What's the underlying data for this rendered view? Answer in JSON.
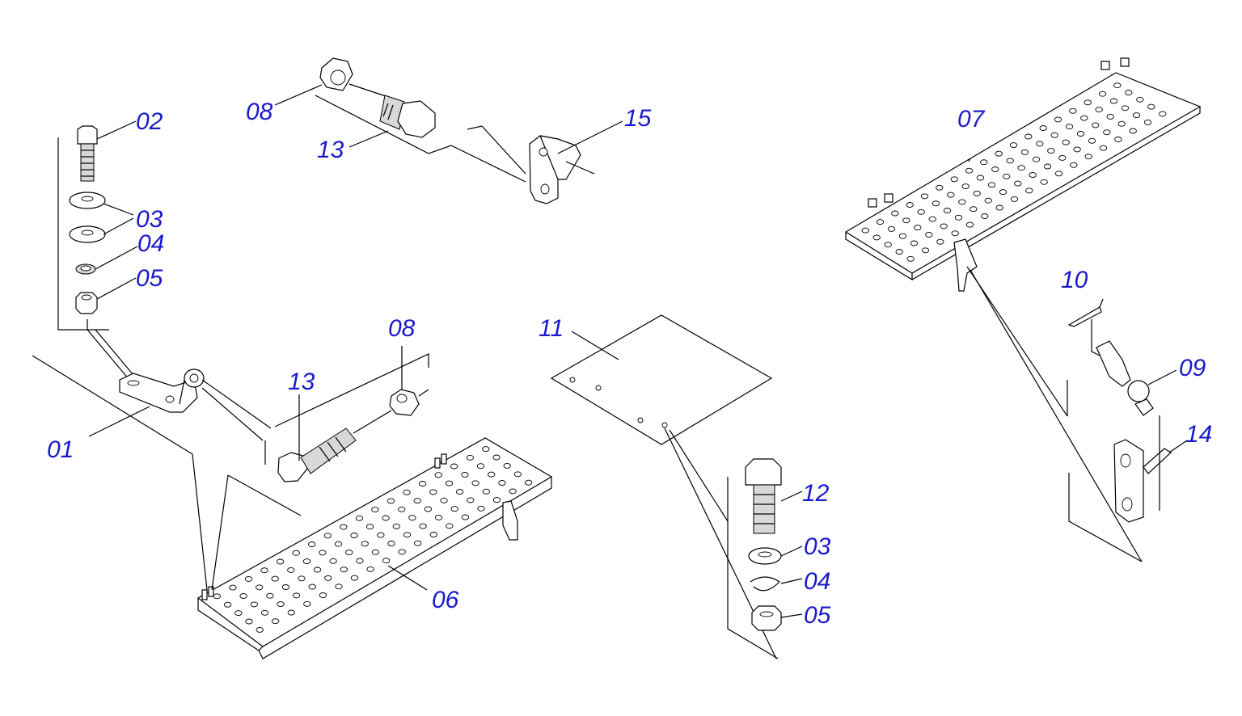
{
  "diagram": {
    "colors": {
      "callout": "#1a1acc",
      "line": "#000000",
      "background": "#ffffff"
    },
    "callouts": [
      {
        "id": "c01",
        "label": "01"
      },
      {
        "id": "c02",
        "label": "02"
      },
      {
        "id": "c03a",
        "label": "03"
      },
      {
        "id": "c04a",
        "label": "04"
      },
      {
        "id": "c05a",
        "label": "05"
      },
      {
        "id": "c06",
        "label": "06"
      },
      {
        "id": "c07",
        "label": "07"
      },
      {
        "id": "c08a",
        "label": "08"
      },
      {
        "id": "c08b",
        "label": "08"
      },
      {
        "id": "c09",
        "label": "09"
      },
      {
        "id": "c10",
        "label": "10"
      },
      {
        "id": "c11",
        "label": "11"
      },
      {
        "id": "c12",
        "label": "12"
      },
      {
        "id": "c13a",
        "label": "13"
      },
      {
        "id": "c13b",
        "label": "13"
      },
      {
        "id": "c14",
        "label": "14"
      },
      {
        "id": "c15",
        "label": "15"
      },
      {
        "id": "c03b",
        "label": "03"
      },
      {
        "id": "c04b",
        "label": "04"
      },
      {
        "id": "c05b",
        "label": "05"
      }
    ]
  }
}
